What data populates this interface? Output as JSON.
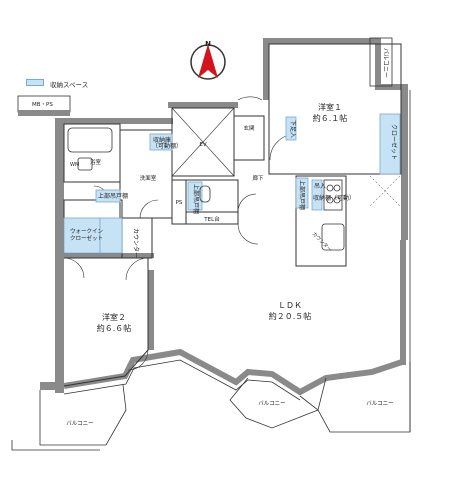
{
  "legend": {
    "label": "収納スペース",
    "color": "#c6e2f5"
  },
  "compass": {
    "letter": "N"
  },
  "colors": {
    "wall": "#8a8a8a",
    "storage": "#c6e2f5",
    "line": "#333333",
    "compass": "#d4141c"
  },
  "rooms": {
    "bedroom1": {
      "name": "洋室１",
      "size": "約６.１帖"
    },
    "bedroom2": {
      "name": "洋室２",
      "size": "約６.６帖"
    },
    "ldk": {
      "name": "ＬＤＫ",
      "size": "約２０.５帖"
    }
  },
  "labels": {
    "mbps": "MB・PS",
    "bath": "浴室",
    "washroom": "洗面室",
    "entrance": "玄関",
    "hall": "廊下",
    "ev": "EV",
    "ps": "PS",
    "tel": "TEL台",
    "counter_left": "カウンター",
    "counter_kitchen": "カウンター",
    "walkin": "ウォークイン",
    "walkin2": "クローゼット",
    "balcony_right_top": "バルコニー",
    "balcony_left": "バルコニー",
    "balcony_mid": "バルコニー",
    "balcony_right": "バルコニー",
    "closet": "クローゼット",
    "shoes": "下足入",
    "storage_a": "収納庫",
    "storage_a2": "（可動棚）",
    "storage_b": "上部吊戸棚",
    "storage_c": "上部吊戸棚",
    "storage_d": "上部吊戸棚",
    "storage_e": "吊入",
    "storage_e2": "収納棚（可動）",
    "wm": "WM"
  }
}
